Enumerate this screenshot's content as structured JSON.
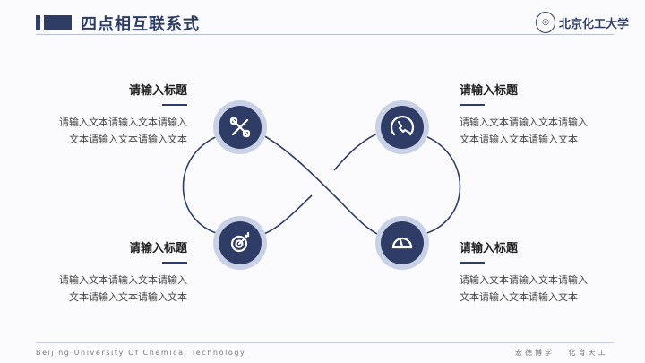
{
  "header": {
    "title": "四点相互联系式",
    "logo_text": "北京化工大学"
  },
  "colors": {
    "primary": "#2e3c66",
    "halo": "#c9d1e6"
  },
  "items": [
    {
      "title": "请输入标题",
      "text1": "请输入文本请输入文本请输入",
      "text2": "文本请输入文本请输入文本",
      "icon": "link-icon"
    },
    {
      "title": "请输入标题",
      "text1": "请输入文本请输入文本请输入",
      "text2": "文本请输入文本请输入文本",
      "icon": "phone-icon"
    },
    {
      "title": "请输入标题",
      "text1": "请输入文本请输入文本请输入",
      "text2": "文本请输入文本请输入文本",
      "icon": "target-icon"
    },
    {
      "title": "请输入标题",
      "text1": "请输入文本请输入文本请输入",
      "text2": "文本请输入文本请输入文本",
      "icon": "speedometer-icon"
    }
  ],
  "footer": {
    "left": "Beijing University Of Chemical Technology",
    "right": "宏德博学 化育天工"
  }
}
